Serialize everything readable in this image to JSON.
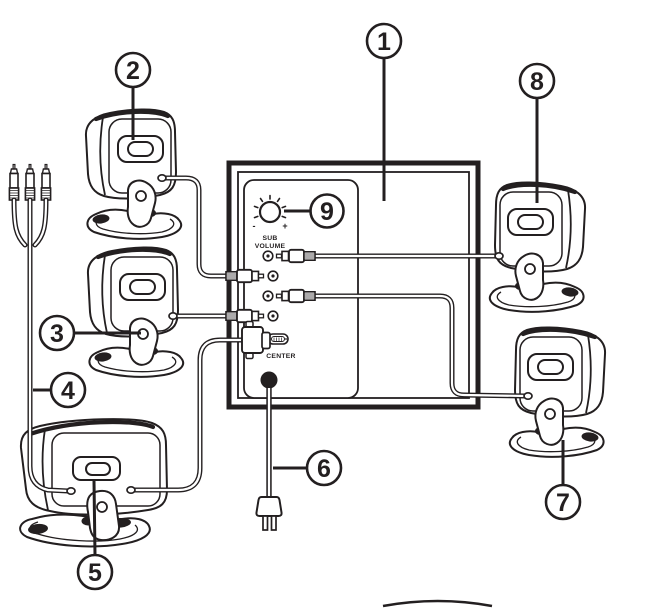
{
  "colors": {
    "ink": "#231f20",
    "paper": "#ffffff"
  },
  "subwoofer_panel": {
    "knob_label_line1": "SUB",
    "knob_label_line2": "VOLUME",
    "knob_min": "-",
    "knob_max": "+",
    "center_port_label": "CENTER"
  },
  "callouts": [
    {
      "number": "1"
    },
    {
      "number": "2"
    },
    {
      "number": "3"
    },
    {
      "number": "4"
    },
    {
      "number": "5"
    },
    {
      "number": "6"
    },
    {
      "number": "7"
    },
    {
      "number": "8"
    },
    {
      "number": "9"
    }
  ]
}
